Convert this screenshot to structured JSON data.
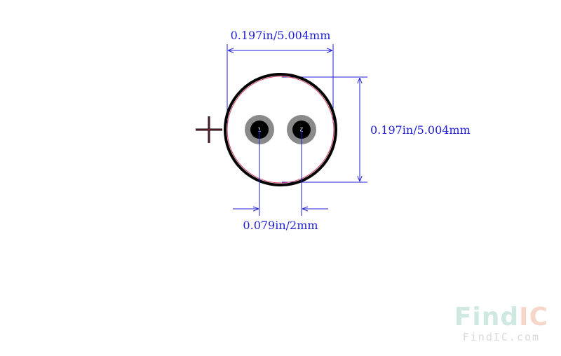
{
  "dimensions": {
    "width_label": "0.197in/5.004mm",
    "height_label": "0.197in/5.004mm",
    "pitch_label": "0.079in/2mm"
  },
  "pins": [
    {
      "label": "1"
    },
    {
      "label": "2"
    }
  ],
  "watermark": {
    "logo_find": "Find",
    "logo_ic": "IC",
    "url": "FindIC.com"
  },
  "colors": {
    "dimension": "#1f1fd6",
    "outline": "#000000",
    "courtyard": "#d04060",
    "pad": "#8a8a8a",
    "hole": "#000000"
  }
}
